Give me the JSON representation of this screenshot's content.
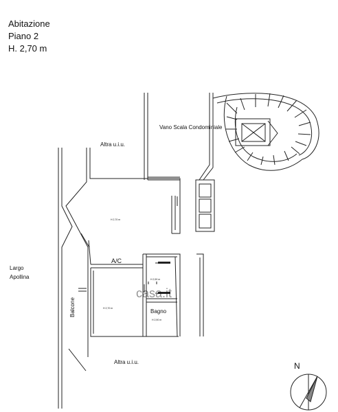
{
  "header": {
    "line1": "Abitazione",
    "line2": "Piano 2",
    "line3": "H. 2,70 m"
  },
  "labels": {
    "stair": "Vano Scala Condominiale",
    "altra_top": "Altra u.i.u.",
    "altra_bottom": "Altra u.i.u.",
    "street_1": "Largo",
    "street_2": "Apollina",
    "balcone": "Balcone",
    "ac": "A/C",
    "bagno": "Bagno",
    "h_living": "H 2,70 m",
    "h_room": "H 2,70 m",
    "h_corridor": "H 2,90 m",
    "h_bagno": "H 2,90 m",
    "north": "N",
    "watermark": "casa.it"
  }
}
